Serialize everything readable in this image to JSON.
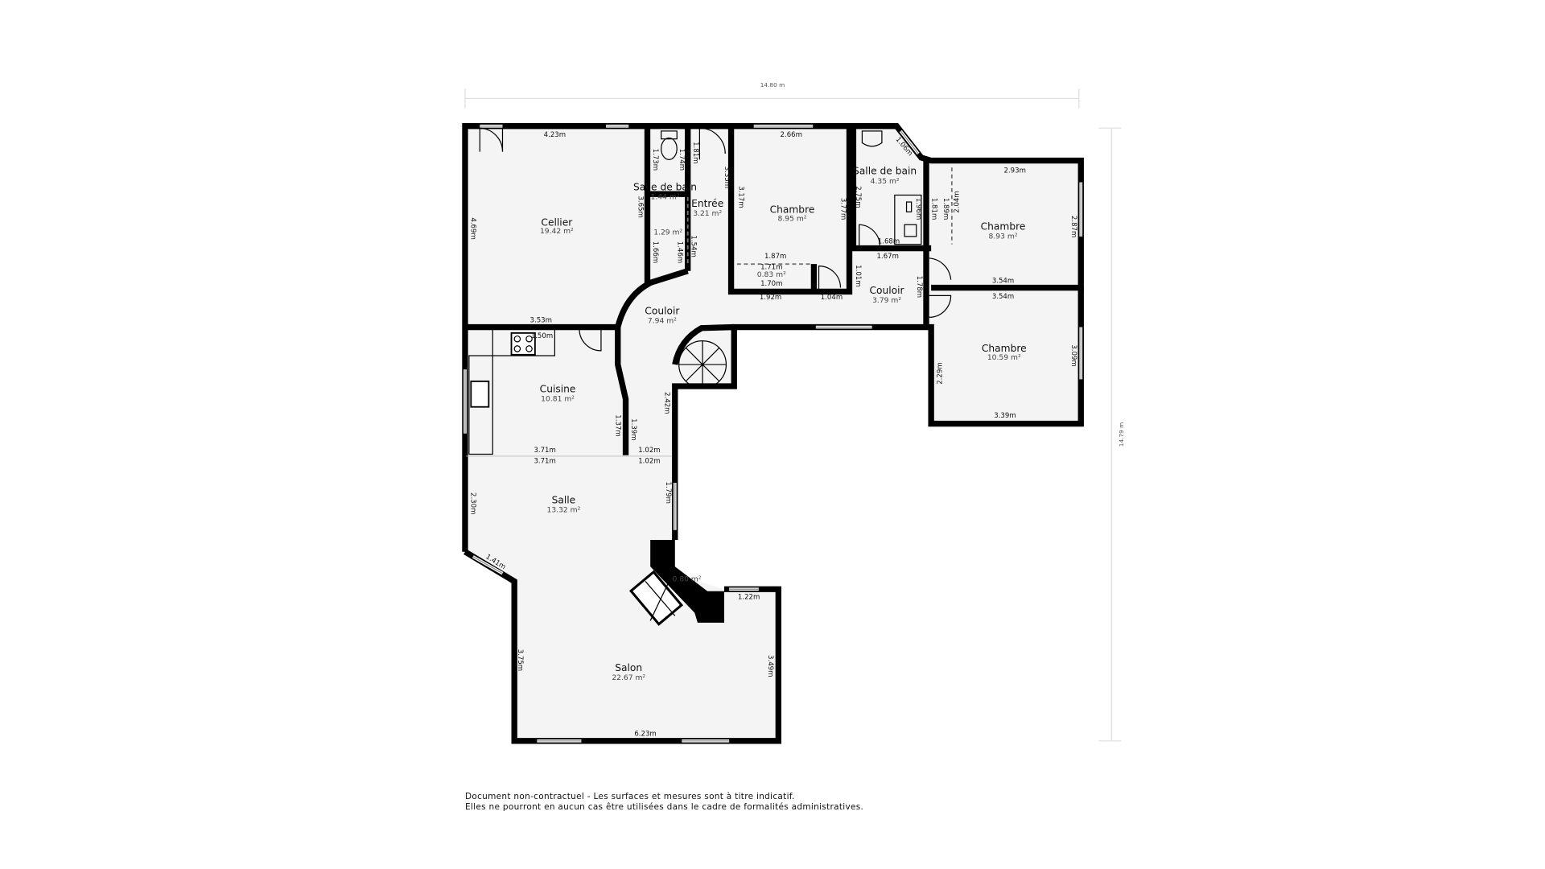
{
  "overall": {
    "width": "14.80 m",
    "height": "14.79 m"
  },
  "rooms": [
    {
      "name": "Cellier",
      "area": "19.42 m²"
    },
    {
      "name": "Salle de bain",
      "area": "1.44 m²"
    },
    {
      "name": "Entrée",
      "area": "3.21 m²"
    },
    {
      "name": "Chambre",
      "area": "8.95 m²"
    },
    {
      "name": "Salle de bain",
      "area": "4.35 m²"
    },
    {
      "name": "Chambre",
      "area": "8.93 m²"
    },
    {
      "name": "Couloir",
      "area": "7.94 m²"
    },
    {
      "name": "Couloir",
      "area": "3.79 m²"
    },
    {
      "name": "Chambre",
      "area": "10.59 m²"
    },
    {
      "name": "Cuisine",
      "area": "10.81 m²"
    },
    {
      "name": "Salle",
      "area": "13.32 m²"
    },
    {
      "name": "Salon",
      "area": "22.67 m²"
    }
  ],
  "small_areas": [
    "0.83 m²",
    "1.29 m²",
    "0.80 m²"
  ],
  "dims_h": [
    "4.23m",
    "2.66m",
    "2.93m",
    "3.53m",
    "1.50m",
    "1.87m",
    "1.71m",
    "1.70m",
    "1.92m",
    "1.04m",
    "1.68m",
    "1.67m",
    "3.54m",
    "3.54m",
    "3.39m",
    "3.71m",
    "3.71m",
    "1.02m",
    "1.02m",
    "1.22m",
    "6.23m"
  ],
  "dims_v": [
    "4.69m",
    "1.73m",
    "1.74m",
    "1.81m",
    "3.65m",
    "1.66m",
    "1.46m",
    "1.54m",
    "3.35m",
    "3.17m",
    "3.77m",
    "2.75m",
    "1.96m",
    "1.81m",
    "1.89m",
    "2.04m",
    "2.87m",
    "1.01m",
    "1.78m",
    "2.29m",
    "3.09m",
    "2.42m",
    "1.39m",
    "1.37m",
    "1.79m",
    "3.75m",
    "3.49m",
    "2.30m"
  ],
  "dims_diag": [
    "1.06m",
    "1.41m"
  ],
  "disclaimer": {
    "line1": "Document non-contractuel - Les surfaces et mesures sont à titre indicatif.",
    "line2": "Elles ne pourront en aucun cas être utilisées dans le cadre de formalités administratives."
  }
}
